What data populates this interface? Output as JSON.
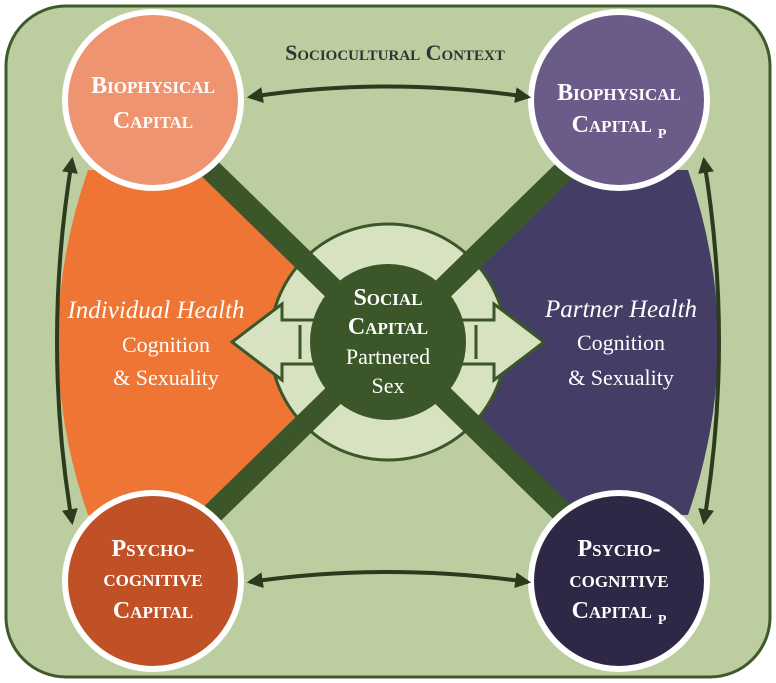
{
  "title": "Sociocultural Context",
  "nodes": {
    "biophysical_left": {
      "line1": "Biophysical",
      "line2": "Capital",
      "subscript": ""
    },
    "biophysical_right": {
      "line1": "Biophysical",
      "line2": "Capital",
      "subscript": "P"
    },
    "psycho_left": {
      "line1": "Psycho-",
      "line2": "cognitive",
      "line3": "Capital",
      "subscript": ""
    },
    "psycho_right": {
      "line1": "Psycho-",
      "line2": "cognitive",
      "line3": "Capital",
      "subscript": "P"
    },
    "social": {
      "line1": "Social",
      "line2": "Capital",
      "line3": "Partnered",
      "line4": "Sex"
    }
  },
  "regions": {
    "individual": {
      "title": "Individual Health",
      "line1": "Cognition",
      "line2": "& Sexuality"
    },
    "partner": {
      "title": "Partner Health",
      "line1": "Cognition",
      "line2": "& Sexuality"
    }
  },
  "colors": {
    "background": "#bccd9f",
    "border": "#3f5a2a",
    "dark_green": "#3b5628",
    "light_green": "#d6e2c0",
    "biophysical_left": "#ef9470",
    "individual_region": "#ee7533",
    "psycho_left": "#c05127",
    "biophysical_right": "#6a5b88",
    "partner_region": "#443d66",
    "psycho_right": "#2e2746",
    "arrow": "#2c3b1d",
    "text_light": "#ffffff",
    "text_dark": "#333333"
  }
}
